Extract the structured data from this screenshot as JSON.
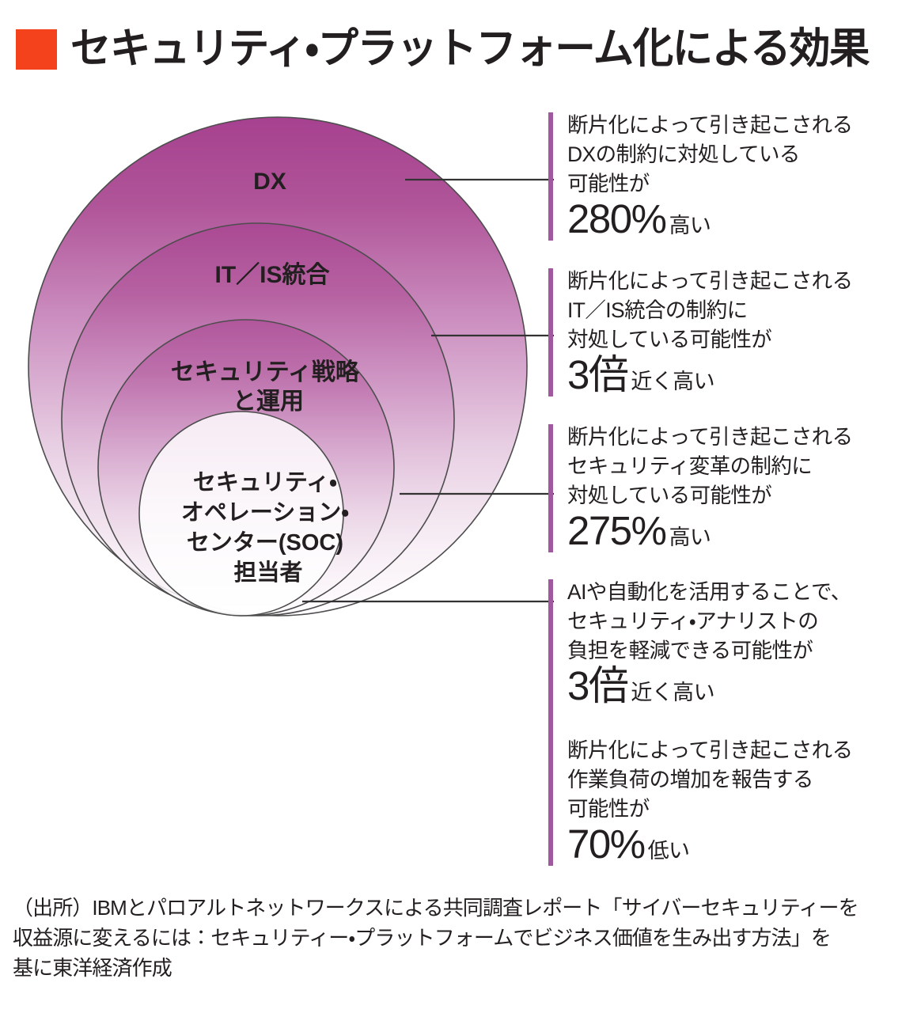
{
  "header": {
    "marker_color": "#f4431c",
    "title": "セキュリティ・プラットフォーム化による効果"
  },
  "diagram": {
    "type": "nested-circles",
    "accent_color": "#a0589f",
    "gradient_top": "#a6418f",
    "gradient_bottom": "#fdfbfd",
    "stroke_color": "#4d4d4d",
    "rings": [
      {
        "name": "dx-ring",
        "label_lines": [
          "DX"
        ],
        "label_font_size": 30
      },
      {
        "name": "it-is-ring",
        "label_lines": [
          "IT／IS統合"
        ],
        "label_font_size": 30
      },
      {
        "name": "security-strategy-ring",
        "label_lines": [
          "セキュリティ戦略",
          "と運用"
        ],
        "label_font_size": 30
      },
      {
        "name": "soc-ring",
        "label_lines": [
          "セキュリティ・",
          "オペレーション・",
          "センター(SOC)",
          "担当者"
        ],
        "label_font_size": 29
      }
    ]
  },
  "callouts": [
    {
      "id": "callout-dx",
      "lines": [
        "断片化によって引き起こされる",
        "DXの制約に対処している",
        "可能性が"
      ],
      "figure": "280%",
      "figure_suffix": "高い"
    },
    {
      "id": "callout-it-is",
      "lines": [
        "断片化によって引き起こされる",
        "IT／IS統合の制約に",
        "対処している可能性が"
      ],
      "figure": "3倍",
      "figure_suffix": "近く高い"
    },
    {
      "id": "callout-security-transform",
      "lines": [
        "断片化によって引き起こされる",
        "セキュリティ変革の制約に",
        "対処している可能性が"
      ],
      "figure": "275%",
      "figure_suffix": "高い"
    },
    {
      "id": "callout-ai-automation",
      "lines": [
        "AIや自動化を活用することで、",
        "セキュリティ・アナリストの",
        "負担を軽減できる可能性が"
      ],
      "figure": "3倍",
      "figure_suffix": "近く高い"
    },
    {
      "id": "callout-workload",
      "lines": [
        "断片化によって引き起こされる",
        "作業負荷の増加を報告する",
        "可能性が"
      ],
      "figure": "70%",
      "figure_suffix": "低い"
    }
  ],
  "footnote": {
    "lines": [
      "（出所）IBMとパロアルトネットワークスによる共同調査レポート「サイバーセキュリティーを",
      "収益源に変えるには：セキュリティー・プラットフォームでビジネス価値を生み出す方法」を",
      "基に東洋経済作成"
    ]
  }
}
